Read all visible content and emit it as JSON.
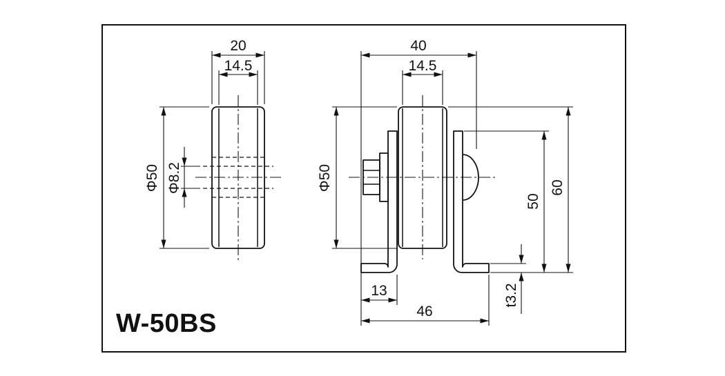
{
  "drawing": {
    "model_label": "W-50BS",
    "left_view": {
      "dim_width": "20",
      "dim_hub_width": "14.5",
      "dim_diameter": "Φ50",
      "dim_bore": "Φ8.2"
    },
    "right_view": {
      "dim_width": "40",
      "dim_hub_width": "14.5",
      "dim_diameter": "Φ50",
      "dim_bracket_height": "50",
      "dim_overall_height": "60",
      "dim_foot_offset": "13",
      "dim_foot_span": "46",
      "dim_plate_thickness": "t3.2"
    },
    "colors": {
      "line": "#111111",
      "background": "#ffffff"
    }
  }
}
